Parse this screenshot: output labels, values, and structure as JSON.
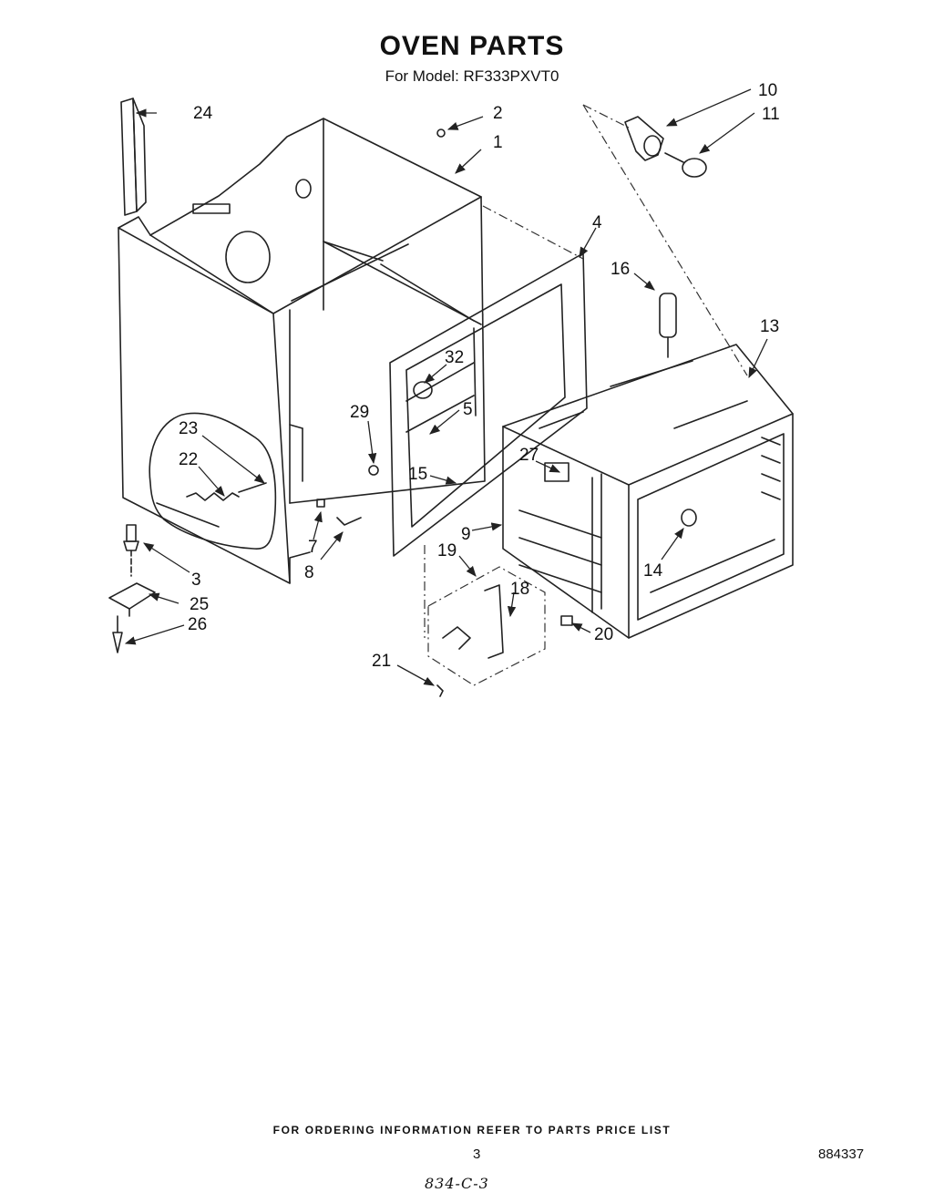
{
  "page": {
    "title": "OVEN PARTS",
    "subtitle": "For Model: RF333PXVT0",
    "footer_note": "FOR ORDERING INFORMATION REFER TO PARTS PRICE LIST",
    "page_number": "3",
    "document_number": "884337",
    "handwritten_code": "834-C-3"
  },
  "callouts": [
    {
      "id": "24",
      "label": "24"
    },
    {
      "id": "2",
      "label": "2"
    },
    {
      "id": "1",
      "label": "1"
    },
    {
      "id": "10",
      "label": "10"
    },
    {
      "id": "11",
      "label": "11"
    },
    {
      "id": "4",
      "label": "4"
    },
    {
      "id": "16",
      "label": "16"
    },
    {
      "id": "13",
      "label": "13"
    },
    {
      "id": "32",
      "label": "32"
    },
    {
      "id": "29",
      "label": "29"
    },
    {
      "id": "5",
      "label": "5"
    },
    {
      "id": "23",
      "label": "23"
    },
    {
      "id": "22",
      "label": "22"
    },
    {
      "id": "27",
      "label": "27"
    },
    {
      "id": "15",
      "label": "15"
    },
    {
      "id": "9",
      "label": "9"
    },
    {
      "id": "7",
      "label": "7"
    },
    {
      "id": "8",
      "label": "8"
    },
    {
      "id": "3",
      "label": "3"
    },
    {
      "id": "19",
      "label": "19"
    },
    {
      "id": "18",
      "label": "18"
    },
    {
      "id": "14",
      "label": "14"
    },
    {
      "id": "25",
      "label": "25"
    },
    {
      "id": "26",
      "label": "26"
    },
    {
      "id": "20",
      "label": "20"
    },
    {
      "id": "21",
      "label": "21"
    }
  ]
}
